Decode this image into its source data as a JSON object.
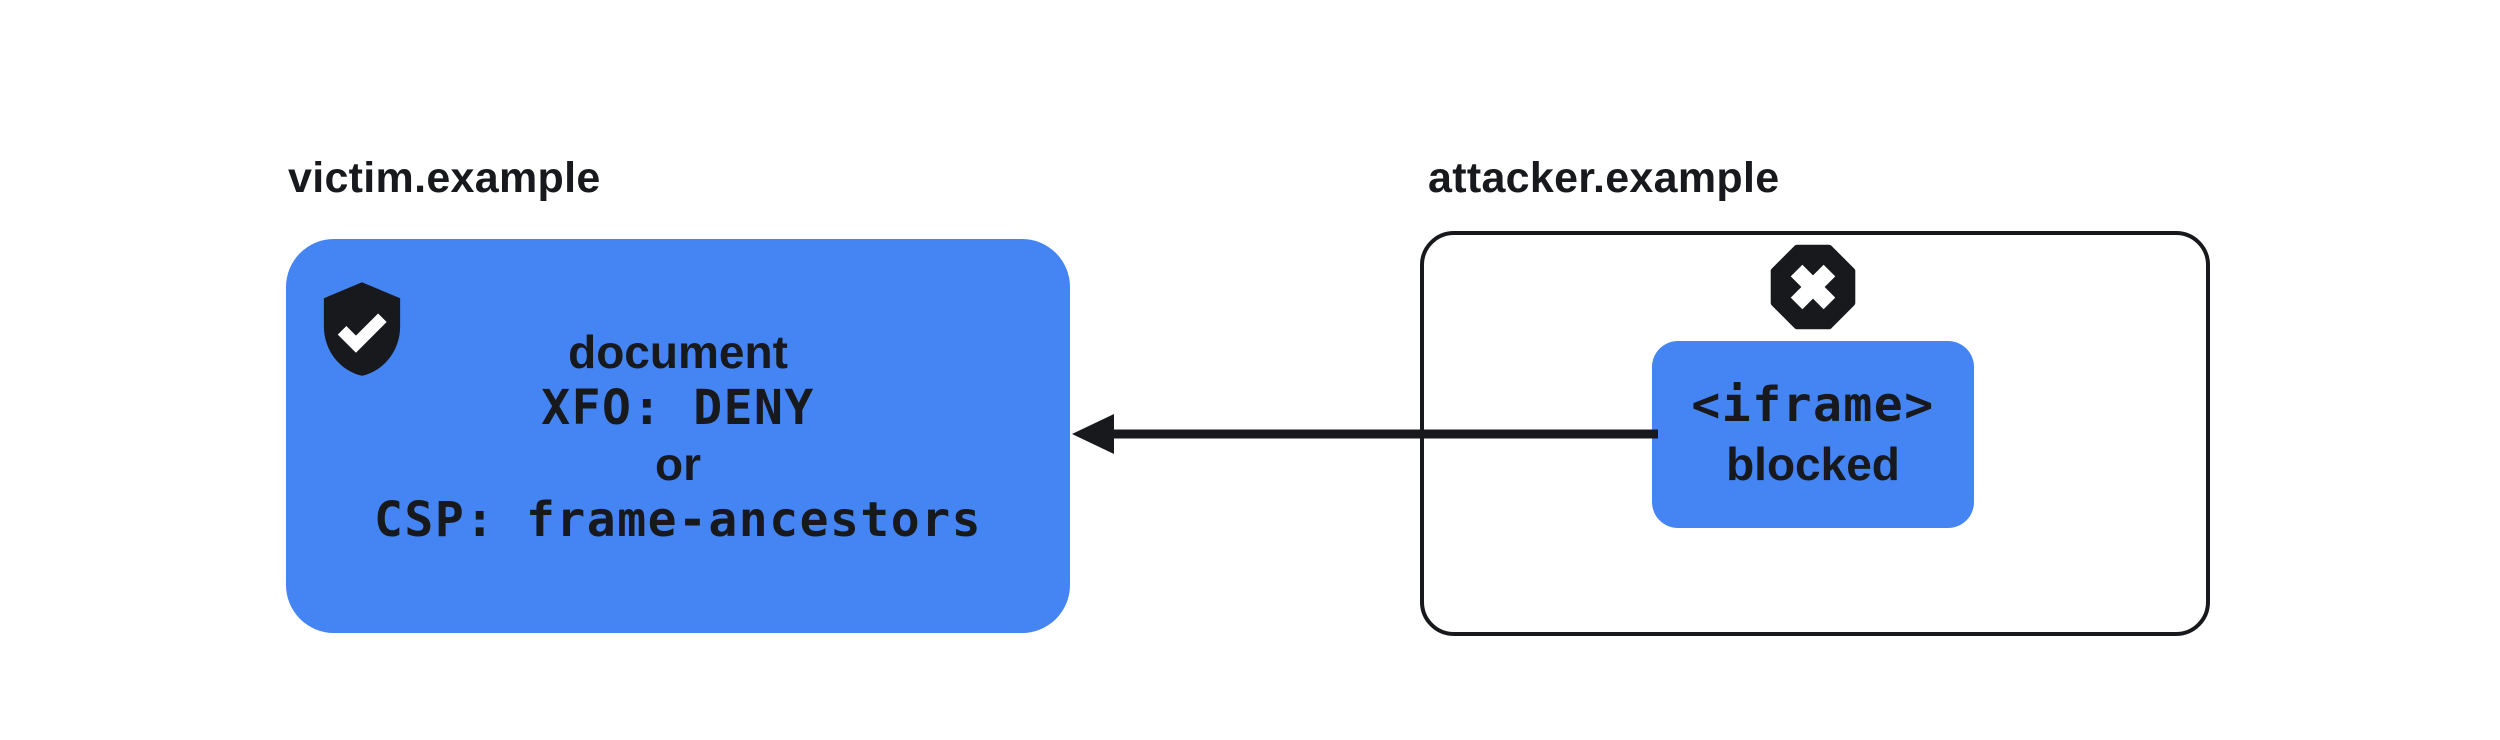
{
  "colors": {
    "accent-blue": "#4584f3",
    "ink": "#17191d",
    "canvas-bg": "#ffffff"
  },
  "victim": {
    "label": "victim.example",
    "icon": "shield-check-icon",
    "lines": [
      {
        "text": "document",
        "style": "sans"
      },
      {
        "text": "XFO: DENY",
        "style": "mono"
      },
      {
        "text": "or",
        "style": "sans"
      },
      {
        "text": "CSP: frame-ancestors",
        "style": "mono"
      }
    ]
  },
  "attacker": {
    "label": "attacker.example",
    "icon": "blocked-octagon-x-icon",
    "iframe_box": {
      "lines": [
        {
          "text": "<iframe>",
          "style": "mono"
        },
        {
          "text": "blocked",
          "style": "sans"
        }
      ]
    }
  }
}
